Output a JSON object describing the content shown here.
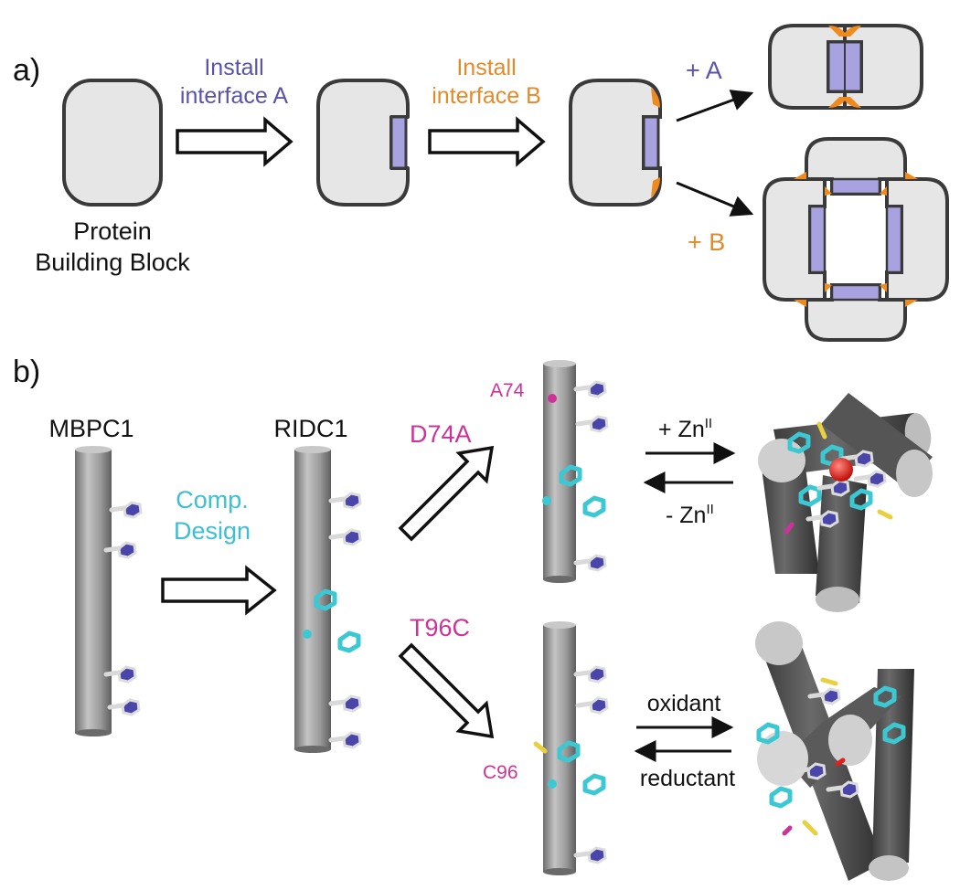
{
  "colors": {
    "block_fill": "#e6e6e6",
    "block_stroke": "#3a3a3a",
    "interface_a": "#a9a2e0",
    "interface_b": "#ef8a1e",
    "label_blue": "#5a53a8",
    "label_orange": "#e5892a",
    "label_magenta": "#cc3399",
    "label_cyan": "#3cbfd4",
    "helix_gray": "#9c9c9c",
    "helix_dark": "#4d4d4d",
    "residue_blue": "#4a45a8",
    "residue_cyan": "#3cc8d2",
    "zinc_red": "#e0201a"
  },
  "panel_a": {
    "label": "a)",
    "building_block_label": [
      "Protein",
      "Building Block"
    ],
    "step1_label": [
      "Install",
      "interface A"
    ],
    "step2_label": [
      "Install",
      "interface B"
    ],
    "plus_a": "+ A",
    "plus_b": "+ B"
  },
  "panel_b": {
    "label": "b)",
    "mbpc1": "MBPC1",
    "ridc1": "RIDC1",
    "comp_design": [
      "Comp.",
      "Design"
    ],
    "d74a": "D74A",
    "a74": "A74",
    "t96c": "T96C",
    "c96": "C96",
    "plus_zn": "+ Zn",
    "minus_zn": "- Zn",
    "zn_superscript": "II",
    "oxidant": "oxidant",
    "reductant": "reductant"
  }
}
